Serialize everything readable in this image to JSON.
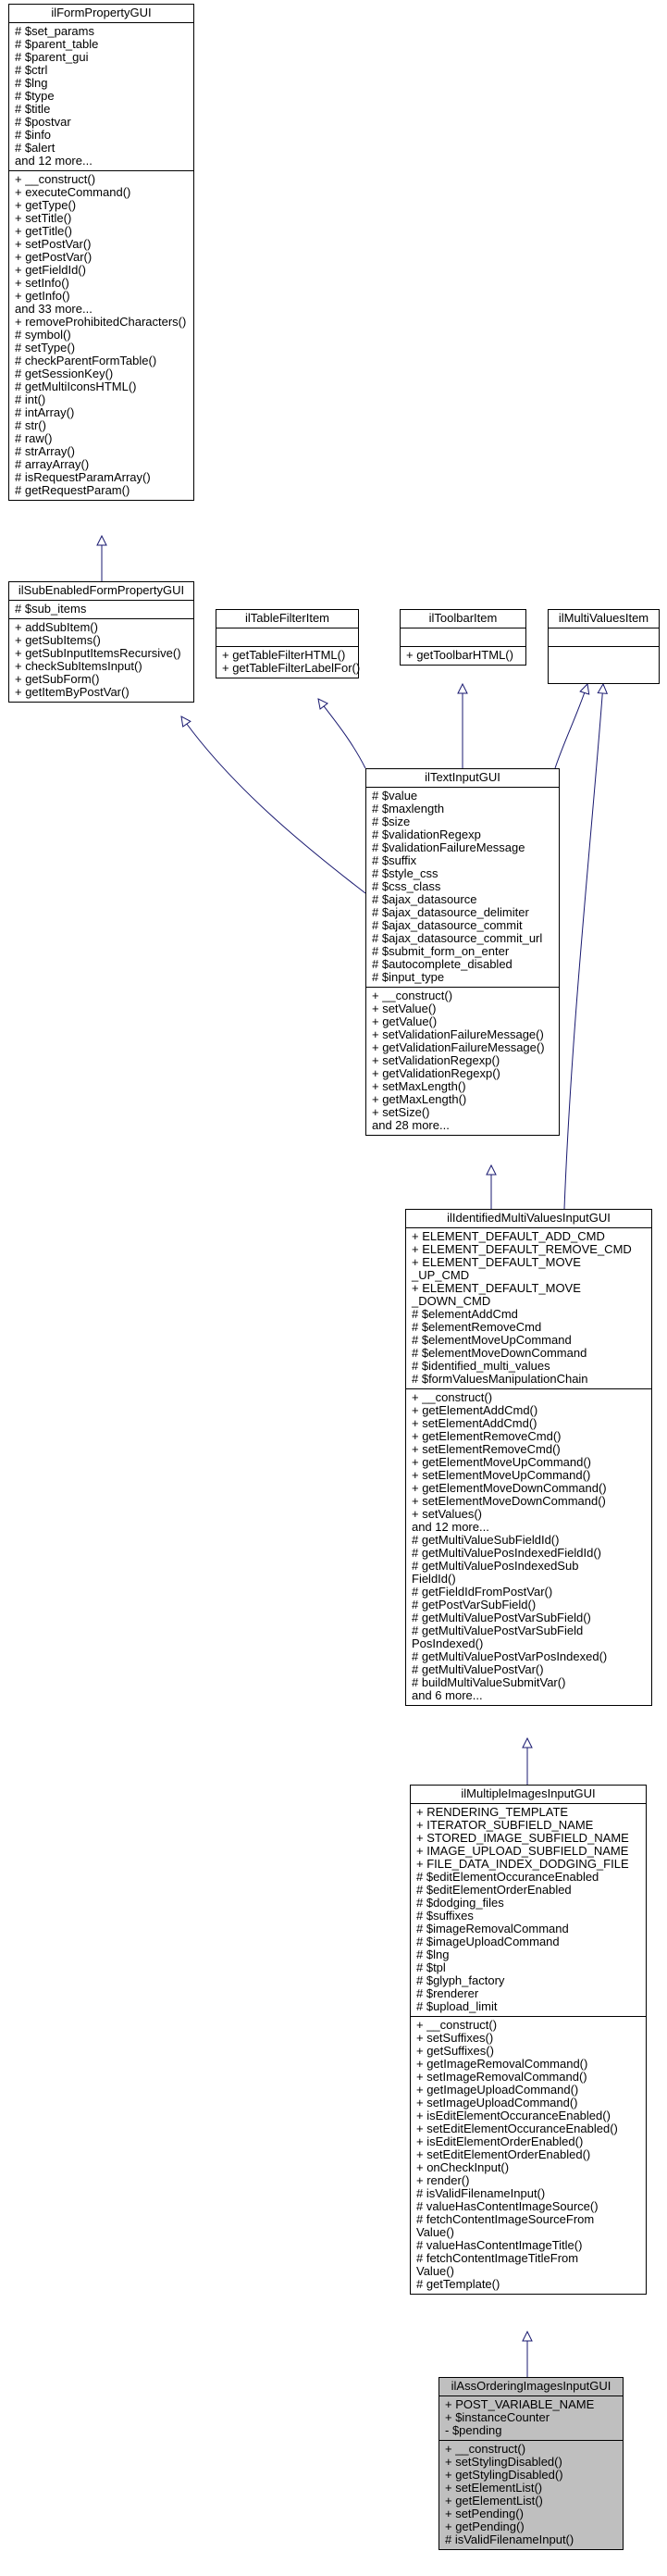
{
  "classes": [
    {
      "id": "ilFormPropertyGUI",
      "name": "ilFormPropertyGUI",
      "attributes": [
        "# $set_params",
        "# $parent_table",
        "# $parent_gui",
        "# $ctrl",
        "# $lng",
        "# $type",
        "# $title",
        "# $postvar",
        "# $info",
        "# $alert",
        "and 12 more..."
      ],
      "operations": [
        "+ __construct()",
        "+ executeCommand()",
        "+ getType()",
        "+ setTitle()",
        "+ getTitle()",
        "+ setPostVar()",
        "+ getPostVar()",
        "+ getFieldId()",
        "+ setInfo()",
        "+ getInfo()",
        "and 33 more...",
        "+ removeProhibitedCharacters()",
        "# symbol()",
        "# setType()",
        "# checkParentFormTable()",
        "# getSessionKey()",
        "# getMultiIconsHTML()",
        "# int()",
        "# intArray()",
        "# str()",
        "# raw()",
        "# strArray()",
        "# arrayArray()",
        "# isRequestParamArray()",
        "# getRequestParam()"
      ]
    },
    {
      "id": "ilSubEnabledFormPropertyGUI",
      "name": "ilSubEnabledFormPropertyGUI",
      "attributes": [
        "# $sub_items"
      ],
      "operations": [
        "+ addSubItem()",
        "+ getSubItems()",
        "+ getSubInputItemsRecursive()",
        "+ checkSubItemsInput()",
        "+ getSubForm()",
        "+ getItemByPostVar()"
      ]
    },
    {
      "id": "ilTableFilterItem",
      "name": "ilTableFilterItem",
      "attributes": [],
      "operations": [
        "+ getTableFilterHTML()",
        "+ getTableFilterLabelFor()"
      ]
    },
    {
      "id": "ilToolbarItem",
      "name": "ilToolbarItem",
      "attributes": [],
      "operations": [
        "+ getToolbarHTML()"
      ]
    },
    {
      "id": "ilMultiValuesItem",
      "name": "ilMultiValuesItem",
      "attributes": [],
      "operations": []
    },
    {
      "id": "ilTextInputGUI",
      "name": "ilTextInputGUI",
      "attributes": [
        "# $value",
        "# $maxlength",
        "# $size",
        "# $validationRegexp",
        "# $validationFailureMessage",
        "# $suffix",
        "# $style_css",
        "# $css_class",
        "# $ajax_datasource",
        "# $ajax_datasource_delimiter",
        "# $ajax_datasource_commit",
        "# $ajax_datasource_commit_url",
        "# $submit_form_on_enter",
        "# $autocomplete_disabled",
        "# $input_type"
      ],
      "operations": [
        "+ __construct()",
        "+ setValue()",
        "+ getValue()",
        "+ setValidationFailureMessage()",
        "+ getValidationFailureMessage()",
        "+ setValidationRegexp()",
        "+ getValidationRegexp()",
        "+ setMaxLength()",
        "+ getMaxLength()",
        "+ setSize()",
        "and 28 more..."
      ]
    },
    {
      "id": "ilIdentifiedMultiValuesInputGUI",
      "name": "ilIdentifiedMultiValuesInputGUI",
      "attributes": [
        "+ ELEMENT_DEFAULT_ADD_CMD",
        "+ ELEMENT_DEFAULT_REMOVE_CMD",
        "+ ELEMENT_DEFAULT_MOVE\n_UP_CMD",
        "+ ELEMENT_DEFAULT_MOVE\n_DOWN_CMD",
        "# $elementAddCmd",
        "# $elementRemoveCmd",
        "# $elementMoveUpCommand",
        "# $elementMoveDownCommand",
        "# $identified_multi_values",
        "# $formValuesManipulationChain"
      ],
      "operations": [
        "+ __construct()",
        "+ getElementAddCmd()",
        "+ setElementAddCmd()",
        "+ getElementRemoveCmd()",
        "+ setElementRemoveCmd()",
        "+ getElementMoveUpCommand()",
        "+ setElementMoveUpCommand()",
        "+ getElementMoveDownCommand()",
        "+ setElementMoveDownCommand()",
        "+ setValues()",
        "and 12 more...",
        "# getMultiValueSubFieldId()",
        "# getMultiValuePosIndexedFieldId()",
        "# getMultiValuePosIndexedSub\nFieldId()",
        "# getFieldIdFromPostVar()",
        "# getPostVarSubField()",
        "# getMultiValuePostVarSubField()",
        "# getMultiValuePostVarSubField\nPosIndexed()",
        "# getMultiValuePostVarPosIndexed()",
        "# getMultiValuePostVar()",
        "# buildMultiValueSubmitVar()",
        "and 6 more..."
      ]
    },
    {
      "id": "ilMultipleImagesInputGUI",
      "name": "ilMultipleImagesInputGUI",
      "attributes": [
        "+ RENDERING_TEMPLATE",
        "+ ITERATOR_SUBFIELD_NAME",
        "+ STORED_IMAGE_SUBFIELD_NAME",
        "+ IMAGE_UPLOAD_SUBFIELD_NAME",
        "+ FILE_DATA_INDEX_DODGING_FILE",
        "# $editElementOccuranceEnabled",
        "# $editElementOrderEnabled",
        "# $dodging_files",
        "# $suffixes",
        "# $imageRemovalCommand",
        "# $imageUploadCommand",
        "# $lng",
        "# $tpl",
        "# $glyph_factory",
        "# $renderer",
        "# $upload_limit"
      ],
      "operations": [
        "+ __construct()",
        "+ setSuffixes()",
        "+ getSuffixes()",
        "+ getImageRemovalCommand()",
        "+ setImageRemovalCommand()",
        "+ getImageUploadCommand()",
        "+ setImageUploadCommand()",
        "+ isEditElementOccuranceEnabled()",
        "+ setEditElementOccuranceEnabled()",
        "+ isEditElementOrderEnabled()",
        "+ setEditElementOrderEnabled()",
        "+ onCheckInput()",
        "+ render()",
        "# isValidFilenameInput()",
        "# valueHasContentImageSource()",
        "# fetchContentImageSourceFrom\nValue()",
        "# valueHasContentImageTitle()",
        "# fetchContentImageTitleFrom\nValue()",
        "# getTemplate()"
      ]
    },
    {
      "id": "ilAssOrderingImagesInputGUI",
      "name": "ilAssOrderingImagesInputGUI",
      "attributes": [
        "+ POST_VARIABLE_NAME",
        "+ $instanceCounter",
        "- $pending"
      ],
      "operations": [
        "+ __construct()",
        "+ setStylingDisabled()",
        "+ getStylingDisabled()",
        "+ setElementList()",
        "+ getElementList()",
        "+ setPending()",
        "+ getPending()",
        "# isValidFilenameInput()"
      ]
    }
  ],
  "colors": {
    "edge": "#191970",
    "border": "#000000",
    "focus_fill": "#bfbfbf"
  }
}
